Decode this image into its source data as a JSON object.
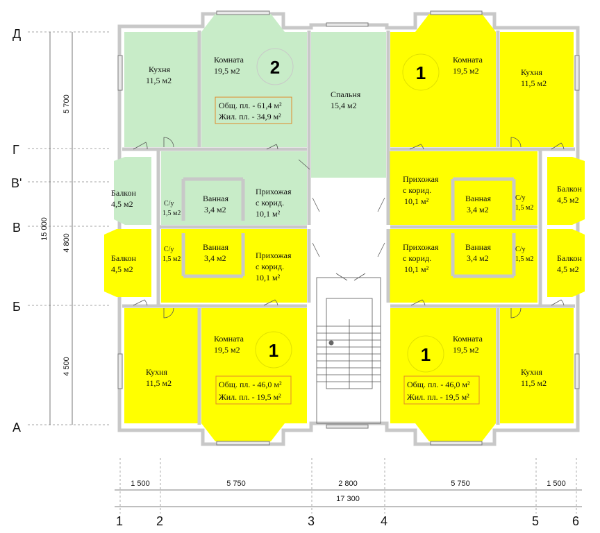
{
  "axes": {
    "letters": [
      "Д",
      "Г",
      "В'",
      "В",
      "Б",
      "А"
    ],
    "numbers": [
      "1",
      "2",
      "3",
      "4",
      "5",
      "6"
    ]
  },
  "dimensions": {
    "left": [
      "5 700",
      "4 800",
      "4 500",
      "15 000"
    ],
    "bottom": [
      "1 500",
      "5 750",
      "2 800",
      "5 750",
      "1 500",
      "17 300"
    ]
  },
  "apartments": {
    "top_left_number": "2",
    "top_right_number": "1",
    "bottom_left_number": "1",
    "bottom_right_number": "1"
  },
  "area_boxes": {
    "top_left": [
      "Общ. пл. - 61,4 м²",
      "Жил. пл. - 34,9 м²"
    ],
    "bottom_left": [
      "Общ. пл. - 46,0 м²",
      "Жил. пл. - 19,5 м²"
    ],
    "bottom_right": [
      "Общ. пл. - 46,0 м²",
      "Жил. пл. - 19,5 м²"
    ]
  },
  "rooms": {
    "tl_kitchen": [
      "Кухня",
      "11,5  м2"
    ],
    "tl_room": [
      "Комната",
      "19,5 м2"
    ],
    "bedroom": [
      "Спальня",
      "15,4  м2"
    ],
    "tr_room": [
      "Комната",
      "19,5 м2"
    ],
    "tr_kitchen": [
      "Кухня",
      "11,5  м2"
    ],
    "l_balcony_up": [
      "Балкон",
      "4,5 м2"
    ],
    "l_wc_up": [
      "С/у",
      "1,5 м2"
    ],
    "l_bath_up": [
      "Ванная",
      "3,4 м2"
    ],
    "l_hall_up": [
      "Прихожая",
      "с корид.",
      "10,1  м²"
    ],
    "r_hall_up": [
      "Прихожая",
      "с корид.",
      "10,1  м²"
    ],
    "r_bath_up": [
      "Ванная",
      "3,4 м2"
    ],
    "r_wc_up": [
      "С/у",
      "1,5 м2"
    ],
    "r_balcony_up": [
      "Балкон",
      "4,5 м2"
    ],
    "l_balcony_low": [
      "Балкон",
      "4,5 м2"
    ],
    "l_wc_low": [
      "С/у",
      "1,5 м2"
    ],
    "l_bath_low": [
      "Ванная",
      "3,4 м2"
    ],
    "l_hall_low": [
      "Прихожая",
      "с корид.",
      "10,1  м²"
    ],
    "r_hall_low": [
      "Прихожая",
      "с корид.",
      "10,1  м²"
    ],
    "r_bath_low": [
      "Ванная",
      "3,4 м2"
    ],
    "r_wc_low": [
      "С/у",
      "1,5 м2"
    ],
    "r_balcony_low": [
      "Балкон",
      "4,5 м2"
    ],
    "bl_kitchen": [
      "Кухня",
      "11,5  м2"
    ],
    "bl_room": [
      "Комната",
      "19,5 м2"
    ],
    "br_room": [
      "Комната",
      "19,5 м2"
    ],
    "br_kitchen": [
      "Кухня",
      "11,5  м2"
    ]
  },
  "colors": {
    "green": "#c8ecc8",
    "yellow": "#ffff00",
    "wall": "#c8c8c8"
  }
}
